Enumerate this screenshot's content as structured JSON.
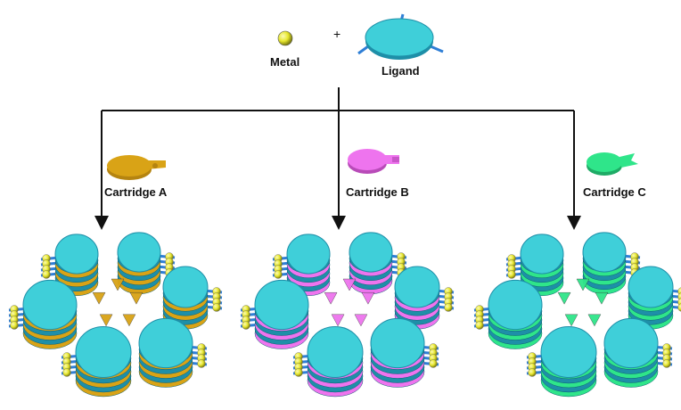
{
  "top": {
    "metal_label": "Metal",
    "plus_label": "+",
    "ligand_label": "Ligand"
  },
  "cartridges": [
    {
      "label": "Cartridge A",
      "color": "#d9a316"
    },
    {
      "label": "Cartridge B",
      "color": "#ee74ee"
    },
    {
      "label": "Cartridge C",
      "color": "#2fe58a"
    }
  ],
  "colors": {
    "ligand_disc": "#3fcfd9",
    "ligand_edge": "#1e8fa8",
    "metal_sphere": "#e6e62e",
    "metal_highlight": "#fbfbb6",
    "spoke": "#2f7fd6",
    "line": "#111111"
  }
}
